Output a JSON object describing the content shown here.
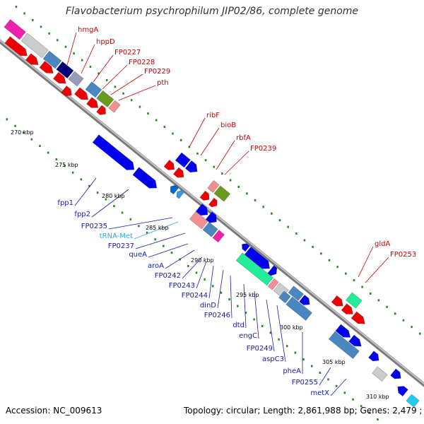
{
  "title": "Flavobacterium psychrophilum JIP02/86, complete genome",
  "footer": {
    "accession": "Accession: NC_009613",
    "topology": "Topology: circular; Length: 2,861,988 bp; Genes: 2,479 ;"
  },
  "colors": {
    "forward_labels": "#cc0000",
    "reverse_labels": "#1a1aaa",
    "trna_label": "#33aadd",
    "backbone": "#888888",
    "tick_dots": "#228822"
  },
  "ruler": [
    {
      "label": "270 kbp"
    },
    {
      "label": "275 kbp"
    },
    {
      "label": "280 kbp"
    },
    {
      "label": "285 kbp"
    },
    {
      "label": "290 kbp"
    },
    {
      "label": "295 kbp"
    },
    {
      "label": "300 kbp"
    },
    {
      "label": "305 kbp"
    },
    {
      "label": "310 kbp"
    }
  ],
  "forward_genes": [
    {
      "name": "hmgA"
    },
    {
      "name": "hppD"
    },
    {
      "name": "FP0227"
    },
    {
      "name": "FP0228"
    },
    {
      "name": "FP0229"
    },
    {
      "name": "pth"
    },
    {
      "name": "ribF"
    },
    {
      "name": "bioB"
    },
    {
      "name": "rbfA"
    },
    {
      "name": "FP0239"
    },
    {
      "name": "gldA"
    },
    {
      "name": "FP0253"
    }
  ],
  "reverse_genes": [
    {
      "name": "fpp1"
    },
    {
      "name": "fpp2"
    },
    {
      "name": "FP0235"
    },
    {
      "name": "tRNA-Met"
    },
    {
      "name": "FP0237"
    },
    {
      "name": "queA"
    },
    {
      "name": "aroA"
    },
    {
      "name": "FP0242"
    },
    {
      "name": "FP0243"
    },
    {
      "name": "FP0244"
    },
    {
      "name": "dinD"
    },
    {
      "name": "FP0246"
    },
    {
      "name": "dtd"
    },
    {
      "name": "engC"
    },
    {
      "name": "FP0249"
    },
    {
      "name": "aspC3"
    },
    {
      "name": "pheA"
    },
    {
      "name": "FP0255"
    },
    {
      "name": "metX"
    }
  ]
}
